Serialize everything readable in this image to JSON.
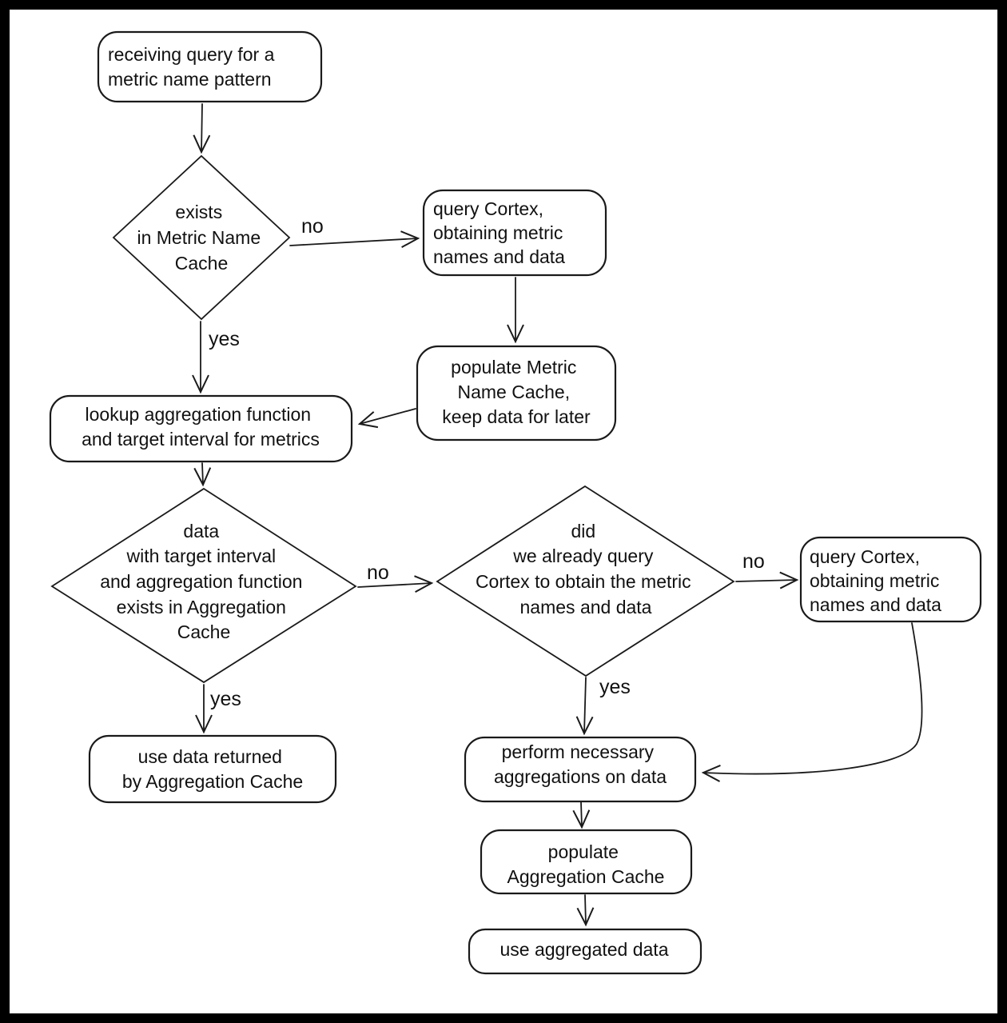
{
  "frame": {
    "background": "#ffffff",
    "border_color": "#000000",
    "stroke_color": "#1a1a1a"
  },
  "nodes": {
    "receive": {
      "lines": [
        "receiving query for a",
        "metric name pattern"
      ]
    },
    "exists_mnc": {
      "lines": [
        "exists",
        "in Metric Name",
        "Cache"
      ]
    },
    "query_cortex_1": {
      "lines": [
        "query Cortex,",
        "obtaining metric",
        "names and data"
      ]
    },
    "populate_mnc": {
      "lines": [
        "populate Metric",
        "Name Cache,",
        "keep data for later"
      ]
    },
    "lookup": {
      "lines": [
        "lookup aggregation function",
        "and target interval for metrics"
      ]
    },
    "data_in_agg_cache": {
      "lines": [
        "data",
        "with target interval",
        "and aggregation function",
        "exists in Aggregation",
        "Cache"
      ]
    },
    "did_query_cortex": {
      "lines": [
        "did",
        "we already query",
        "Cortex to obtain the metric",
        "names and data"
      ]
    },
    "query_cortex_2": {
      "lines": [
        "query Cortex,",
        "obtaining metric",
        "names and data"
      ]
    },
    "use_data_agg_cache": {
      "lines": [
        "use data returned",
        "by Aggregation Cache"
      ]
    },
    "perform_aggregations": {
      "lines": [
        "perform necessary",
        "aggregations on data"
      ]
    },
    "populate_agg_cache": {
      "lines": [
        "populate",
        "Aggregation Cache"
      ]
    },
    "use_aggregated_data": {
      "lines": [
        "use aggregated data"
      ]
    }
  },
  "edge_labels": {
    "no1": "no",
    "yes1": "yes",
    "no2": "no",
    "yes2": "yes",
    "no3": "no",
    "yes3": "yes"
  }
}
